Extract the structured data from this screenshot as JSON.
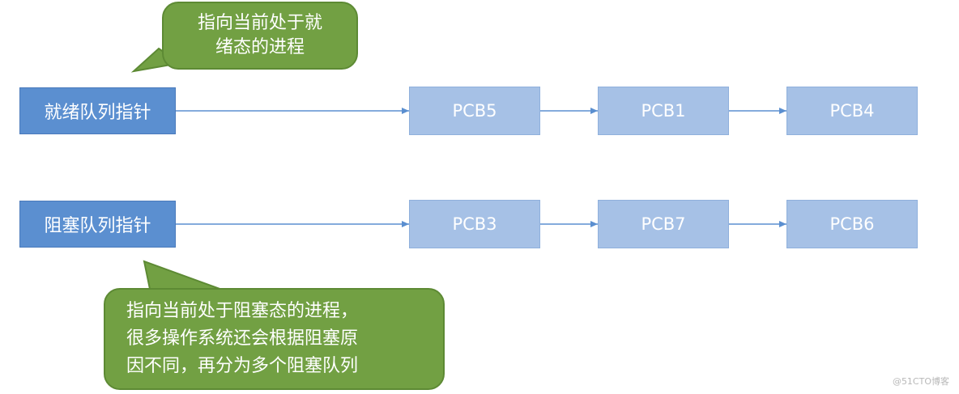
{
  "rows": [
    {
      "pointer_label": "就绪队列指针",
      "pcbs": [
        "PCB5",
        "PCB1",
        "PCB4"
      ]
    },
    {
      "pointer_label": "阻塞队列指针",
      "pcbs": [
        "PCB3",
        "PCB7",
        "PCB6"
      ]
    }
  ],
  "callout_ready": {
    "lines": [
      "指向当前处于就",
      "绪态的进程"
    ]
  },
  "callout_blocked": {
    "lines": [
      "指向当前处于阻塞态的进程，",
      "很多操作系统还会根据阻塞原",
      "因不同，再分为多个阻塞队列"
    ]
  },
  "watermark": "@51CTO博客",
  "colors": {
    "pointer_box": "#5b8fd0",
    "pcb_box": "#a6c1e6",
    "callout": "#72a043",
    "arrow": "#5b8fd0"
  }
}
